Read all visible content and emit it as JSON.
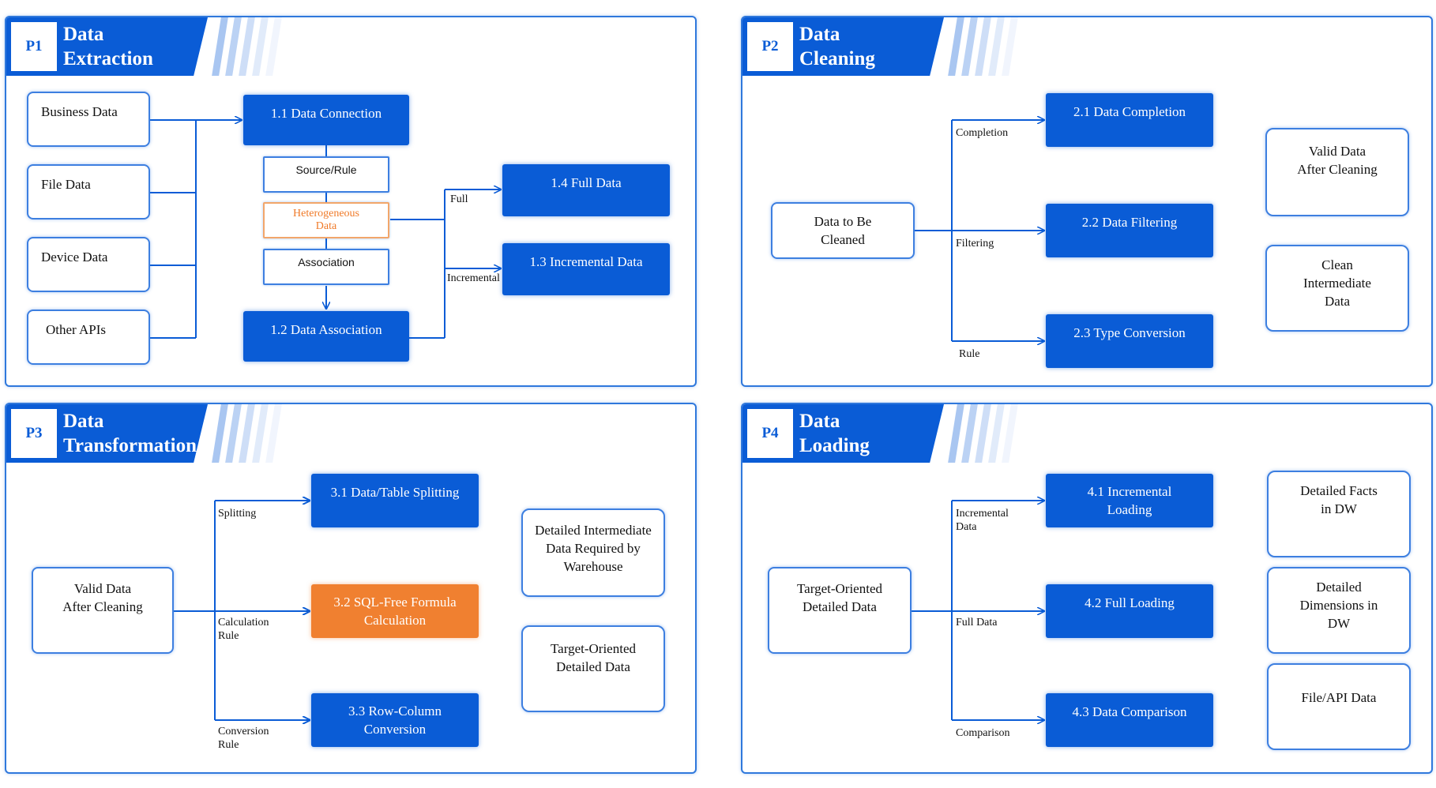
{
  "colors": {
    "primary": "#0a5cd6",
    "accent": "#f08030",
    "border": "#3d7fe0"
  },
  "p1": {
    "badge": "P1",
    "title": "Data\nExtraction",
    "sources": [
      "Business Data",
      "File Data",
      "Device Data",
      "Other APIs"
    ],
    "connection": "1.1 Data Connection",
    "source_rule": "Source/Rule",
    "heterogeneous": "Heterogeneous\nData",
    "association_small": "Association",
    "association": "1.2 Data Association",
    "full": "1.4 Full Data",
    "incremental": "1.3 Incremental Data",
    "label_full": "Full",
    "label_incremental": "Incremental"
  },
  "p2": {
    "badge": "P2",
    "title": "Data\nCleaning",
    "input": "Data to Be\nCleaned",
    "completion": "2.1 Data Completion",
    "filtering": "2.2 Data Filtering",
    "conversion": "2.3 Type Conversion",
    "label_completion": "Completion",
    "label_filtering": "Filtering",
    "label_rule": "Rule",
    "out1": "Valid Data\nAfter Cleaning",
    "out2": "Clean\nIntermediate\nData"
  },
  "p3": {
    "badge": "P3",
    "title": "Data\nTransformation",
    "input": "Valid Data\nAfter Cleaning",
    "splitting": "3.1 Data/Table Splitting",
    "formula": "3.2 SQL-Free Formula\nCalculation",
    "rowcol": "3.3 Row-Column\nConversion",
    "label_splitting": "Splitting",
    "label_calc": "Calculation\nRule",
    "label_conv": "Conversion\nRule",
    "out1": "Detailed Intermediate\nData Required by\nWarehouse",
    "out2": "Target-Oriented\nDetailed Data"
  },
  "p4": {
    "badge": "P4",
    "title": "Data\nLoading",
    "input": "Target-Oriented\nDetailed Data",
    "incremental": "4.1 Incremental\nLoading",
    "full": "4.2 Full Loading",
    "comparison": "4.3 Data Comparison",
    "label_incremental": "Incremental\nData",
    "label_full": "Full Data",
    "label_comparison": "Comparison",
    "out1": "Detailed Facts\nin DW",
    "out2": "Detailed\nDimensions in\nDW",
    "out3": "File/API Data"
  }
}
